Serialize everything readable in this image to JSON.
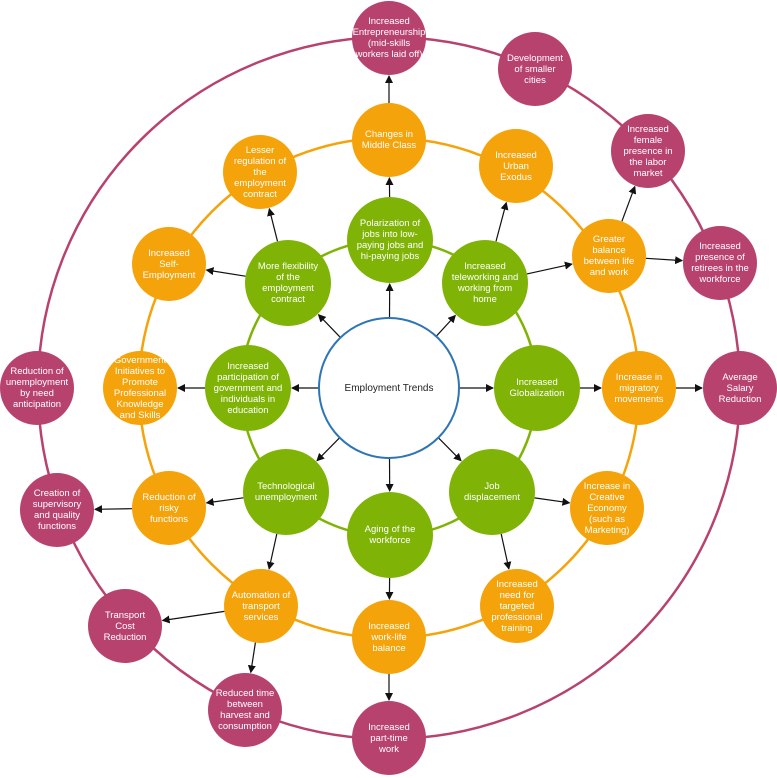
{
  "diagram": {
    "colors": {
      "center_stroke": "#2e75b6",
      "inner": "#7fb407",
      "middle": "#f5a30a",
      "outer": "#b8426e",
      "arrow": "#111111"
    },
    "center": {
      "label": "Employment Trends"
    },
    "inner_nodes": [
      {
        "id": "polarization",
        "label": "Polarization of jobs into low-paying jobs and hi-paying jobs"
      },
      {
        "id": "teleworking",
        "label": "Increased teleworking and working from home"
      },
      {
        "id": "globalization",
        "label": "Increased Globalization"
      },
      {
        "id": "job_displacement",
        "label": "Job displacement"
      },
      {
        "id": "aging",
        "label": "Aging of the workforce"
      },
      {
        "id": "tech_unemployment",
        "label": "Technological unemployment"
      },
      {
        "id": "participation",
        "label": "Increased participation of government and individuals in education"
      },
      {
        "id": "flexibility",
        "label": "More flexibility of the employment contract"
      }
    ],
    "middle_nodes": [
      {
        "id": "middle_class",
        "label": "Changes in Middle Class"
      },
      {
        "id": "urban_exodus",
        "label": "Increased Urban Exodus"
      },
      {
        "id": "balance",
        "label": "Greater balance between life and work"
      },
      {
        "id": "migratory",
        "label": "Increase in migratory movements"
      },
      {
        "id": "creative",
        "label": "Increase in Creative Economy (such as Marketing)"
      },
      {
        "id": "training",
        "label": "Increased need for targeted professional training"
      },
      {
        "id": "work_life",
        "label": "Increased work-life balance"
      },
      {
        "id": "automation",
        "label": "Automation of transport services"
      },
      {
        "id": "risky",
        "label": "Reduction of risky functions"
      },
      {
        "id": "gov_initiatives",
        "label": "Government Initiatives to Promote Professional Knowledge and Skills"
      },
      {
        "id": "self_employment",
        "label": "Increased Self-Employment"
      },
      {
        "id": "lesser_regulation",
        "label": "Lesser regulation of the employment contract"
      }
    ],
    "outer_nodes": [
      {
        "id": "entrepreneurship",
        "label": "Increased Entrepreneurship (mid-skills workers laid off)"
      },
      {
        "id": "smaller_cities",
        "label": "Development of smaller cities"
      },
      {
        "id": "female",
        "label": "Increased female presence in the labor market"
      },
      {
        "id": "retirees",
        "label": "Increased presence of retirees in the workforce"
      },
      {
        "id": "salary",
        "label": "Average Salary Reduction"
      },
      {
        "id": "part_time",
        "label": "Increased part-time work"
      },
      {
        "id": "harvest",
        "label": "Reduced time between harvest and consumption"
      },
      {
        "id": "transport_cost",
        "label": "Transport Cost Reduction"
      },
      {
        "id": "supervisory",
        "label": "Creation of supervisory and quality functions"
      },
      {
        "id": "anticipation",
        "label": "Reduction of unemployment by need anticipation"
      }
    ]
  }
}
